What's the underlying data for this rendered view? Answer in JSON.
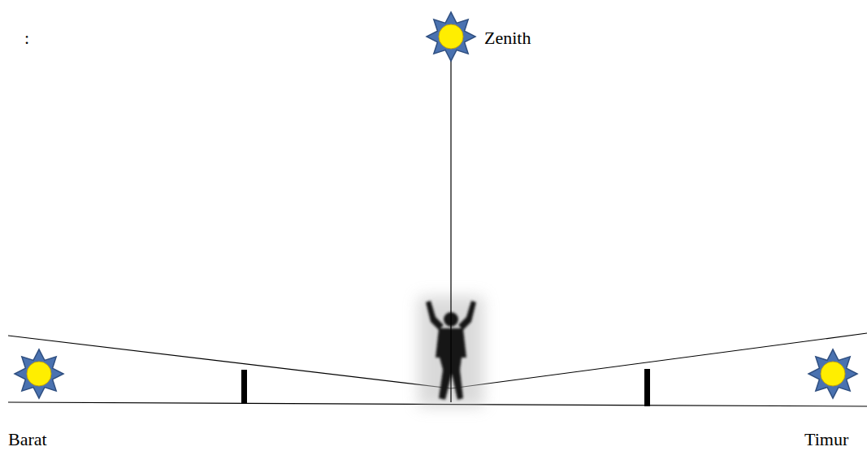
{
  "diagram": {
    "labels": [
      ":",
      "Zenith",
      "Barat",
      "Timur"
    ]
  }
}
